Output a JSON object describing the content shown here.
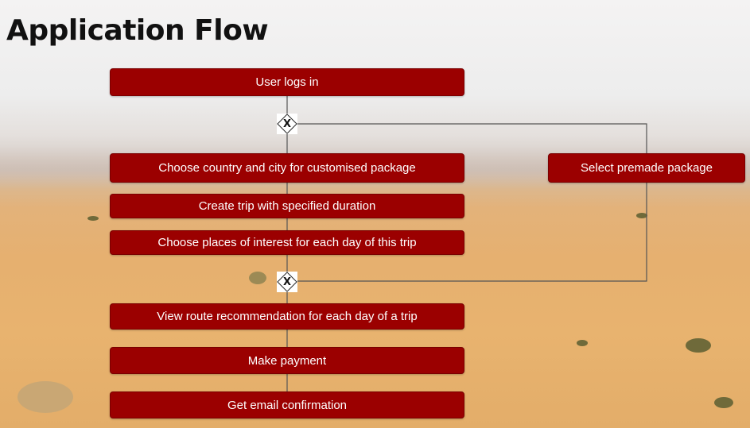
{
  "title": "Application Flow",
  "nodes": {
    "login": "User logs in",
    "choose_country": "Choose country and city for customised package",
    "premade": "Select premade package",
    "create_trip": "Create trip with specified duration",
    "choose_places": "Choose places of interest for each day of this trip",
    "view_route": "View route recommendation for each day of a trip",
    "payment": "Make payment",
    "email": "Get email confirmation"
  },
  "gateways": {
    "split": "X",
    "merge": "X"
  },
  "colors": {
    "box_fill": "#9b0000",
    "box_text": "#ffffff",
    "connector": "#555555",
    "title": "#111111"
  }
}
